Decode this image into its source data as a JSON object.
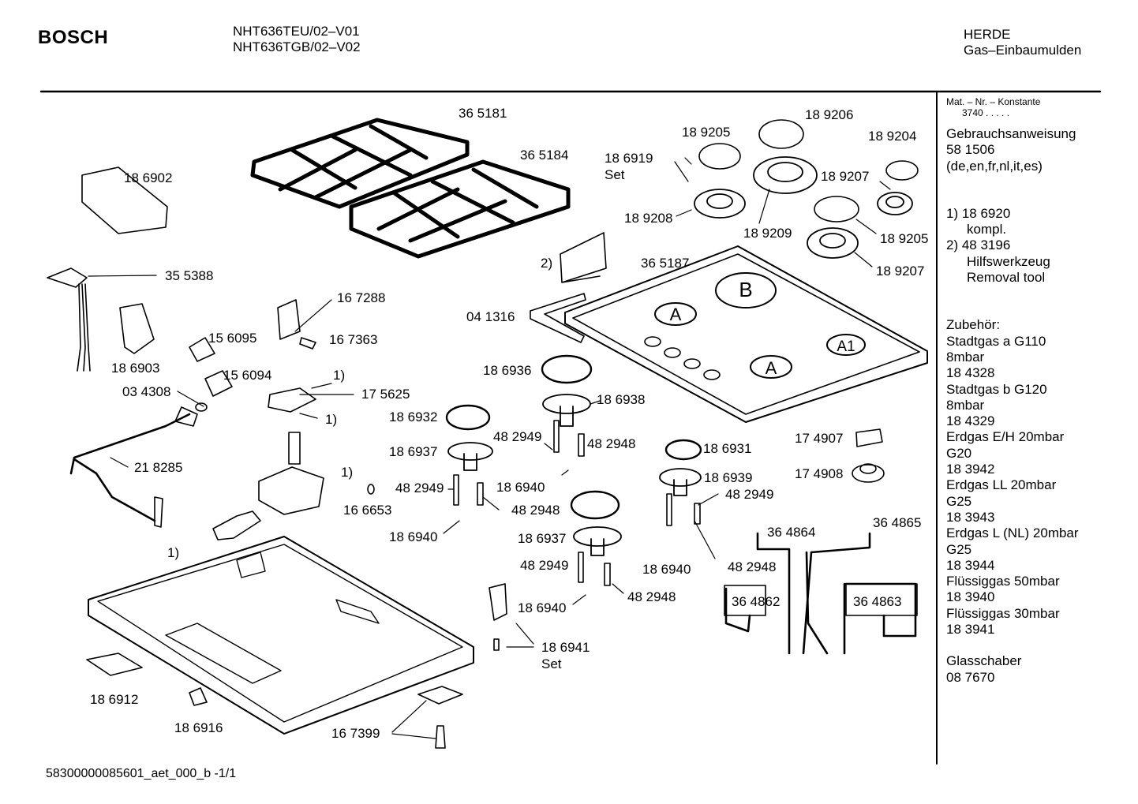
{
  "header": {
    "brand": "BOSCH",
    "model_lines": [
      "NHT636TEU/02–V01",
      "NHT636TGB/02–V02"
    ],
    "category_lines": [
      "HERDE",
      "Gas–Einbaumulden"
    ]
  },
  "footer": {
    "doc_id": "58300000085601_aet_000_b  -1/1"
  },
  "sidebar": {
    "mat_label": "Mat. – Nr. – Konstante",
    "mat_value": "3740  .  .  .  .  .",
    "manual_title": "Gebrauchsanweisung",
    "manual_no": "58 1506",
    "manual_langs": "(de,en,fr,nl,it,es)",
    "note1_a": "1)  18 6920",
    "note1_b": "kompl.",
    "note2_a": "2)  48 3196",
    "note2_b": "Hilfswerkzeug",
    "note2_c": "Removal tool",
    "accessories_title": "Zubehör:",
    "accessories": [
      "Stadtgas a G110",
      "8mbar",
      "18 4328",
      "Stadtgas b G120",
      "8mbar",
      "18 4329",
      "Erdgas E/H 20mbar",
      "G20",
      "18 3942",
      "Erdgas LL 20mbar",
      "G25",
      "18 3943",
      "Erdgas L (NL) 20mbar",
      "G25",
      "18 3944",
      "Flüssiggas 50mbar",
      "18 3940",
      "Flüssiggas 30mbar",
      "18 3941"
    ],
    "scraper_title": "Glasschaber",
    "scraper_no": "08 7670"
  },
  "burner_letters": {
    "a": "A",
    "b": "B",
    "a1": "A1"
  },
  "callouts": [
    {
      "id": "c365181",
      "text": "36 5181"
    },
    {
      "id": "c365184",
      "text": "36 5184"
    },
    {
      "id": "c186902",
      "text": "18 6902"
    },
    {
      "id": "c355388",
      "text": "35 5388"
    },
    {
      "id": "c186903",
      "text": "18 6903"
    },
    {
      "id": "c167288",
      "text": "16 7288"
    },
    {
      "id": "c167363",
      "text": "16 7363"
    },
    {
      "id": "c156095",
      "text": "15 6095"
    },
    {
      "id": "c156094",
      "text": "15 6094"
    },
    {
      "id": "c034308",
      "text": "03 4308"
    },
    {
      "id": "c175625",
      "text": "17 5625"
    },
    {
      "id": "c1a",
      "text": "1)"
    },
    {
      "id": "c1b",
      "text": "1)"
    },
    {
      "id": "c1c",
      "text": "1)"
    },
    {
      "id": "c1d",
      "text": "1)"
    },
    {
      "id": "c218285",
      "text": "21 8285"
    },
    {
      "id": "c166653",
      "text": "16 6653"
    },
    {
      "id": "c189205a",
      "text": "18 9205"
    },
    {
      "id": "c189206",
      "text": "18 9206"
    },
    {
      "id": "c189204",
      "text": "18 9204"
    },
    {
      "id": "c186919",
      "text": "18 6919"
    },
    {
      "id": "cset1",
      "text": "Set"
    },
    {
      "id": "c189207a",
      "text": "18 9207"
    },
    {
      "id": "c189208",
      "text": "18 9208"
    },
    {
      "id": "c189209",
      "text": "18 9209"
    },
    {
      "id": "c189205b",
      "text": "18 9205"
    },
    {
      "id": "c189207b",
      "text": "18 9207"
    },
    {
      "id": "c2",
      "text": "2)"
    },
    {
      "id": "c365187",
      "text": "36 5187"
    },
    {
      "id": "c041316",
      "text": "04 1316"
    },
    {
      "id": "c186936",
      "text": "18 6936"
    },
    {
      "id": "c186938",
      "text": "18 6938"
    },
    {
      "id": "c186932",
      "text": "18 6932"
    },
    {
      "id": "c482949a",
      "text": "48 2949"
    },
    {
      "id": "c482948a",
      "text": "48 2948"
    },
    {
      "id": "c186937a",
      "text": "18 6937"
    },
    {
      "id": "c482949b",
      "text": "48 2949"
    },
    {
      "id": "c186940a",
      "text": "18 6940"
    },
    {
      "id": "c482948b",
      "text": "48 2948"
    },
    {
      "id": "c186940b",
      "text": "18 6940"
    },
    {
      "id": "c186937b",
      "text": "18 6937"
    },
    {
      "id": "c482949c",
      "text": "48 2949"
    },
    {
      "id": "c482948c",
      "text": "48 2948"
    },
    {
      "id": "c186940c",
      "text": "18 6940"
    },
    {
      "id": "c186931",
      "text": "18 6931"
    },
    {
      "id": "c186939",
      "text": "18 6939"
    },
    {
      "id": "c482949d",
      "text": "48 2949"
    },
    {
      "id": "c186940d",
      "text": "18 6940"
    },
    {
      "id": "c482948d",
      "text": "48 2948"
    },
    {
      "id": "c174907",
      "text": "17 4907"
    },
    {
      "id": "c174908",
      "text": "17 4908"
    },
    {
      "id": "c364864",
      "text": "36 4864"
    },
    {
      "id": "c364865",
      "text": "36 4865"
    },
    {
      "id": "c364862",
      "text": "36 4862"
    },
    {
      "id": "c364863",
      "text": "36 4863"
    },
    {
      "id": "c186941",
      "text": "18 6941"
    },
    {
      "id": "cset2",
      "text": "Set"
    },
    {
      "id": "c186912",
      "text": "18 6912"
    },
    {
      "id": "c186916",
      "text": "18 6916"
    },
    {
      "id": "c167399",
      "text": "16 7399"
    }
  ]
}
